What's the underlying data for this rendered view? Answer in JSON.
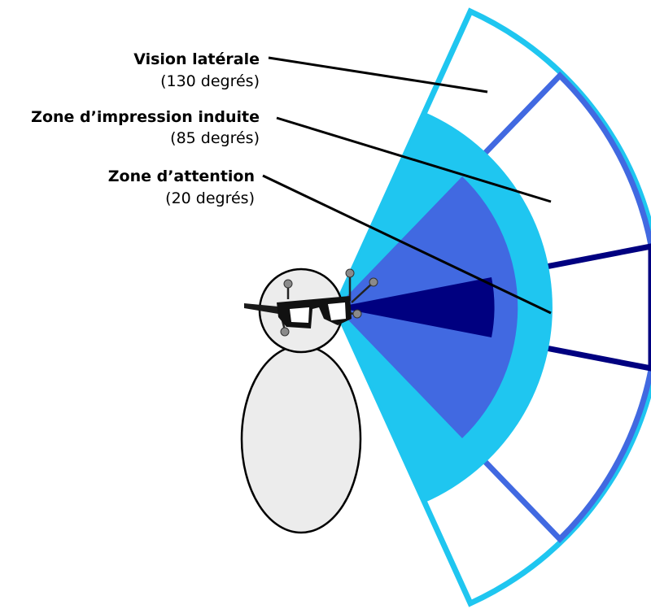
{
  "labels": [
    {
      "title": "Vision latérale",
      "subtitle": "(130 degrés)"
    },
    {
      "title": "Zone d’impression induite",
      "subtitle": "(85 degrés)"
    },
    {
      "title": "Zone d’attention",
      "subtitle": "(20 degrés)"
    }
  ],
  "colors": {
    "lateral": "#1fc6f0",
    "induced": "#4169e1",
    "attention": "#000080",
    "head_fill": "#ececec",
    "outline": "#000000"
  }
}
